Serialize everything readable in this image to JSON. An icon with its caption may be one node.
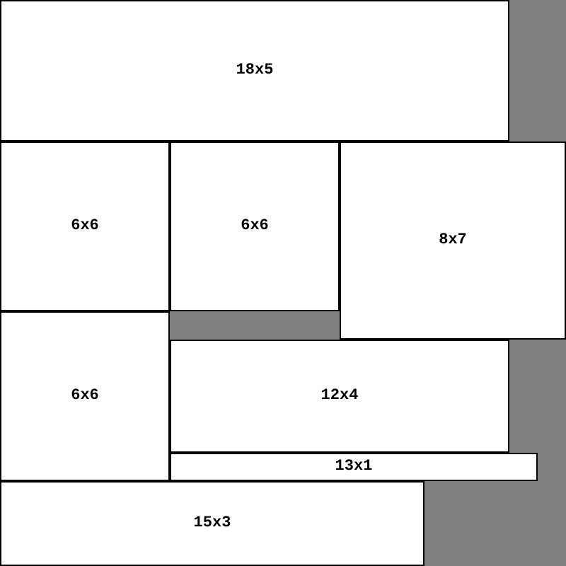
{
  "diagram": {
    "nodes": [
      {
        "text": [
          "18x5"
        ]
      },
      {
        "text": [
          "6x6"
        ]
      },
      {
        "text": [
          "6x6"
        ]
      },
      {
        "text": [
          "8x7"
        ]
      },
      {
        "text": [
          "6x6"
        ]
      },
      {
        "text": [
          "12x4"
        ]
      },
      {
        "text": [
          "13x1"
        ]
      },
      {
        "text": [
          "15x3"
        ]
      }
    ]
  }
}
